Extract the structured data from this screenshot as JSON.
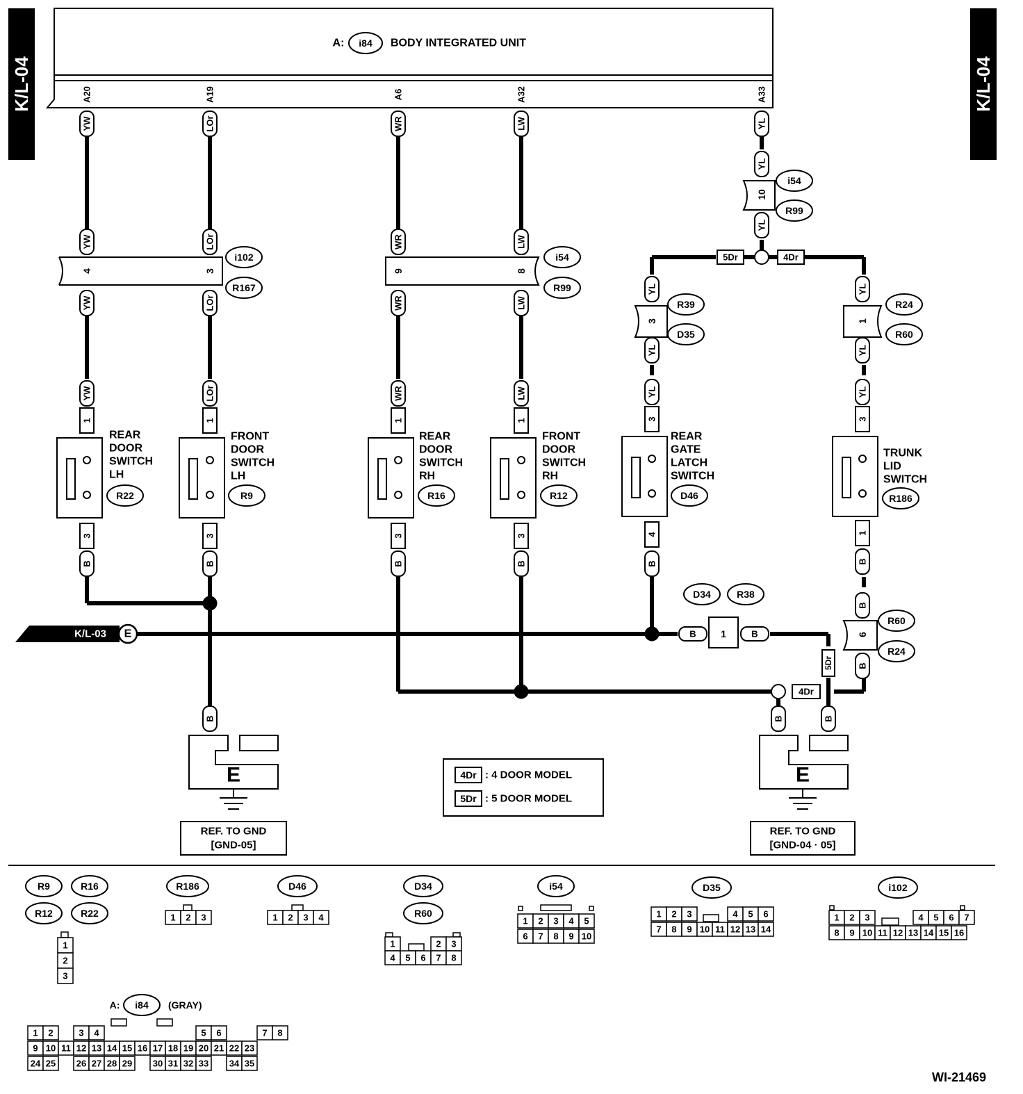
{
  "page_tag": "K/L-04",
  "unit": {
    "prefix": "A:",
    "connector": "i84",
    "name": "BODY INTEGRATED UNIT"
  },
  "pins": [
    "A20",
    "A19",
    "A6",
    "A32",
    "A33"
  ],
  "wire_colors": {
    "c1": "YW",
    "c2": "LOr",
    "c3": "WR",
    "c4": "LW",
    "c5": "YL",
    "b": "B"
  },
  "junction1": {
    "pins": [
      "4",
      "3"
    ],
    "tags": [
      "i102",
      "R167"
    ]
  },
  "junction2": {
    "pins": [
      "9",
      "8"
    ],
    "tags": [
      "i54",
      "R99"
    ]
  },
  "junction3": {
    "pin": "10",
    "tags": [
      "i54",
      "R99"
    ]
  },
  "junction_left": {
    "pin": "3",
    "tags": [
      "R39",
      "D35"
    ]
  },
  "junction_right": {
    "pin": "1",
    "tags": [
      "R24",
      "R60"
    ]
  },
  "junction_ground": {
    "pin": "6",
    "tags": [
      "R60",
      "R24"
    ]
  },
  "junction_e": {
    "pin": "1",
    "tags": [
      "D34",
      "R38"
    ]
  },
  "model_tags": {
    "five": "5Dr",
    "four": "4Dr"
  },
  "switches": [
    {
      "lines": [
        "REAR",
        "DOOR",
        "SWITCH",
        "LH"
      ],
      "tag": "R22",
      "top_pin": "1",
      "bottom_pin": "3"
    },
    {
      "lines": [
        "FRONT",
        "DOOR",
        "SWITCH",
        "LH"
      ],
      "tag": "R9",
      "top_pin": "1",
      "bottom_pin": "3"
    },
    {
      "lines": [
        "REAR",
        "DOOR",
        "SWITCH",
        "RH"
      ],
      "tag": "R16",
      "top_pin": "1",
      "bottom_pin": "3"
    },
    {
      "lines": [
        "FRONT",
        "DOOR",
        "SWITCH",
        "RH"
      ],
      "tag": "R12",
      "top_pin": "1",
      "bottom_pin": "3"
    },
    {
      "lines": [
        "REAR",
        "GATE",
        "LATCH",
        "SWITCH"
      ],
      "tag": "D46",
      "top_pin": "3",
      "bottom_pin": "4"
    },
    {
      "lines": [
        "TRUNK",
        "LID",
        "SWITCH"
      ],
      "tag": "R186",
      "top_pin": "3",
      "bottom_pin": "1"
    }
  ],
  "ground_ref": "K/L-03",
  "ground_letter": "E",
  "ground_left": {
    "line1": "REF. TO GND",
    "line2": "[GND-05]"
  },
  "ground_right": {
    "line1": "REF. TO GND",
    "line2": "[GND-04 · 05]"
  },
  "legend": [
    {
      "tag": "4Dr",
      "text": ": 4 DOOR MODEL"
    },
    {
      "tag": "5Dr",
      "text": ": 5 DOOR MODEL"
    }
  ],
  "connector_tables": {
    "g1_tags": [
      "R9",
      "R16",
      "R12",
      "R22"
    ],
    "g1_pins": [
      "1",
      "2",
      "3"
    ],
    "r186_tag": "R186",
    "r186_pins": [
      "1",
      "2",
      "3"
    ],
    "d46_tag": "D46",
    "d46_pins": [
      "1",
      "2",
      "3",
      "4"
    ],
    "d34_tags": [
      "D34",
      "R60"
    ],
    "d34_row1": [
      "1",
      "2",
      "3"
    ],
    "d34_row2": [
      "4",
      "5",
      "6",
      "7",
      "8"
    ],
    "i54_tag": "i54",
    "i54_row1": [
      "1",
      "2",
      "3",
      "4",
      "5"
    ],
    "i54_row2": [
      "6",
      "7",
      "8",
      "9",
      "10"
    ],
    "d35_tag": "D35",
    "d35_row1": [
      "1",
      "2",
      "3",
      "4",
      "5",
      "6"
    ],
    "d35_row2": [
      "7",
      "8",
      "9",
      "10",
      "11",
      "12",
      "13",
      "14"
    ],
    "i102_tag": "i102",
    "i102_row1": [
      "1",
      "2",
      "3",
      "4",
      "5",
      "6",
      "7"
    ],
    "i102_row2": [
      "8",
      "9",
      "10",
      "11",
      "12",
      "13",
      "14",
      "15",
      "16"
    ],
    "i84_prefix": "A:",
    "i84_tag": "i84",
    "i84_note": "(GRAY)",
    "i84_row1": [
      "1",
      "2",
      "3",
      "4",
      "5",
      "6",
      "7",
      "8"
    ],
    "i84_row2": [
      "9",
      "10",
      "11",
      "12",
      "13",
      "14",
      "15",
      "16",
      "17",
      "18",
      "19",
      "20",
      "21",
      "22",
      "23"
    ],
    "i84_row3": [
      "24",
      "25",
      "26",
      "27",
      "28",
      "29",
      "30",
      "31",
      "32",
      "33",
      "34",
      "35"
    ]
  },
  "figure_id": "WI-21469"
}
